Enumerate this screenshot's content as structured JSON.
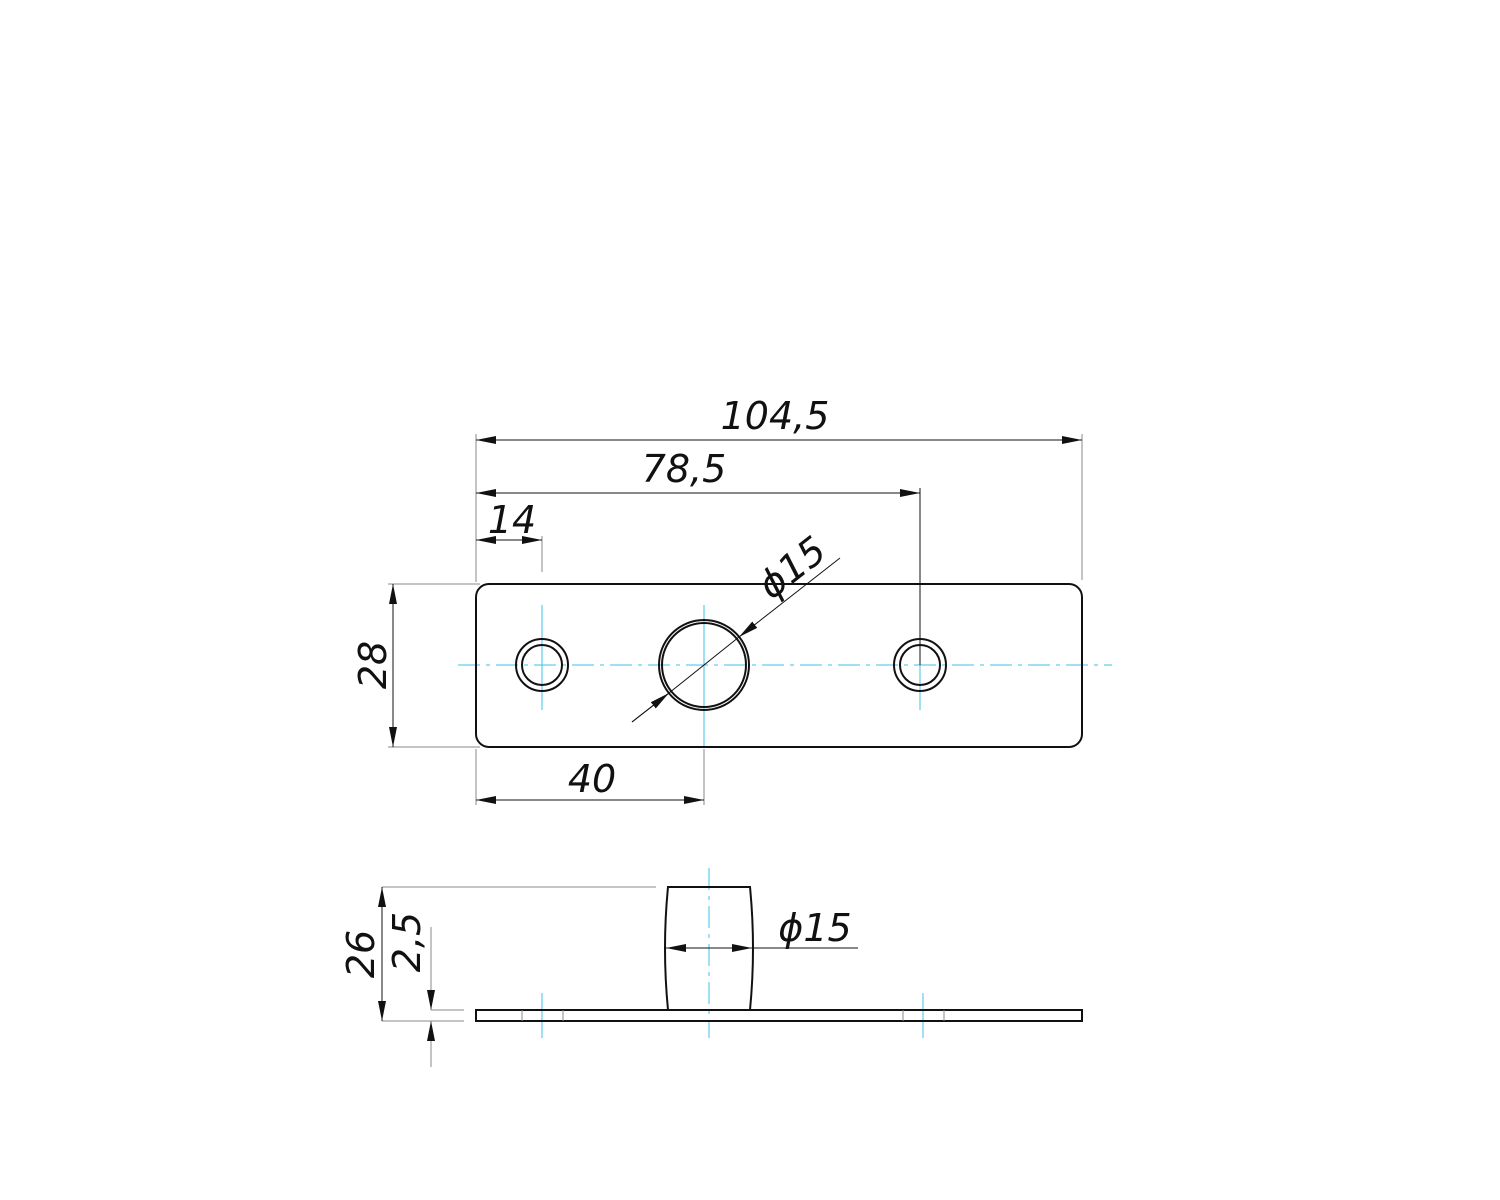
{
  "drawing": {
    "top_view": {
      "dim_overall_length": "104,5",
      "dim_hole_spacing": "78,5",
      "dim_hole_offset": "14",
      "dim_width": "28",
      "dim_center_offset": "40",
      "dim_boss_diameter": "ϕ15"
    },
    "side_view": {
      "dim_total_height": "26",
      "dim_plate_thickness": "2,5",
      "dim_boss_diameter": "ϕ15"
    },
    "colors": {
      "outline": "#111111",
      "centerline": "#3cc0ea"
    }
  }
}
